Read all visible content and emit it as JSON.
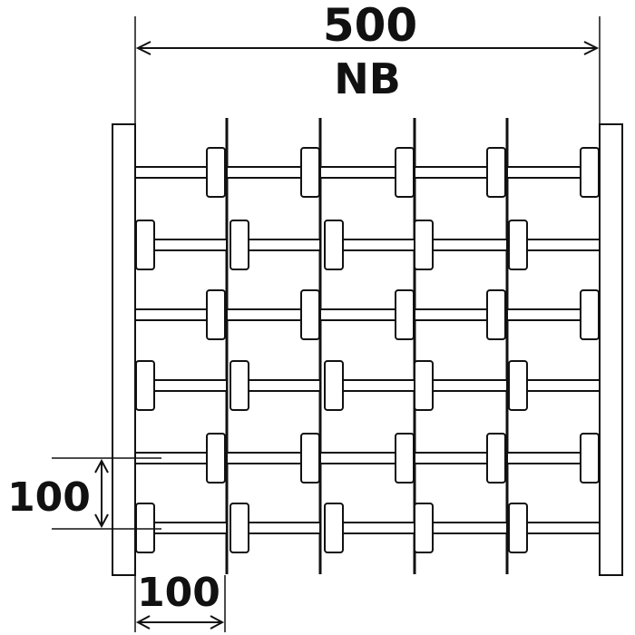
{
  "labels": {
    "width_value": "500",
    "width_sub": "NB",
    "pitch_vertical": "100",
    "pitch_horizontal": "100"
  },
  "structure": {
    "frames": 2,
    "dividers": 4,
    "rows": 6,
    "bays": 5
  },
  "colors": {
    "line": "#111111",
    "fill": "#ffffff"
  }
}
